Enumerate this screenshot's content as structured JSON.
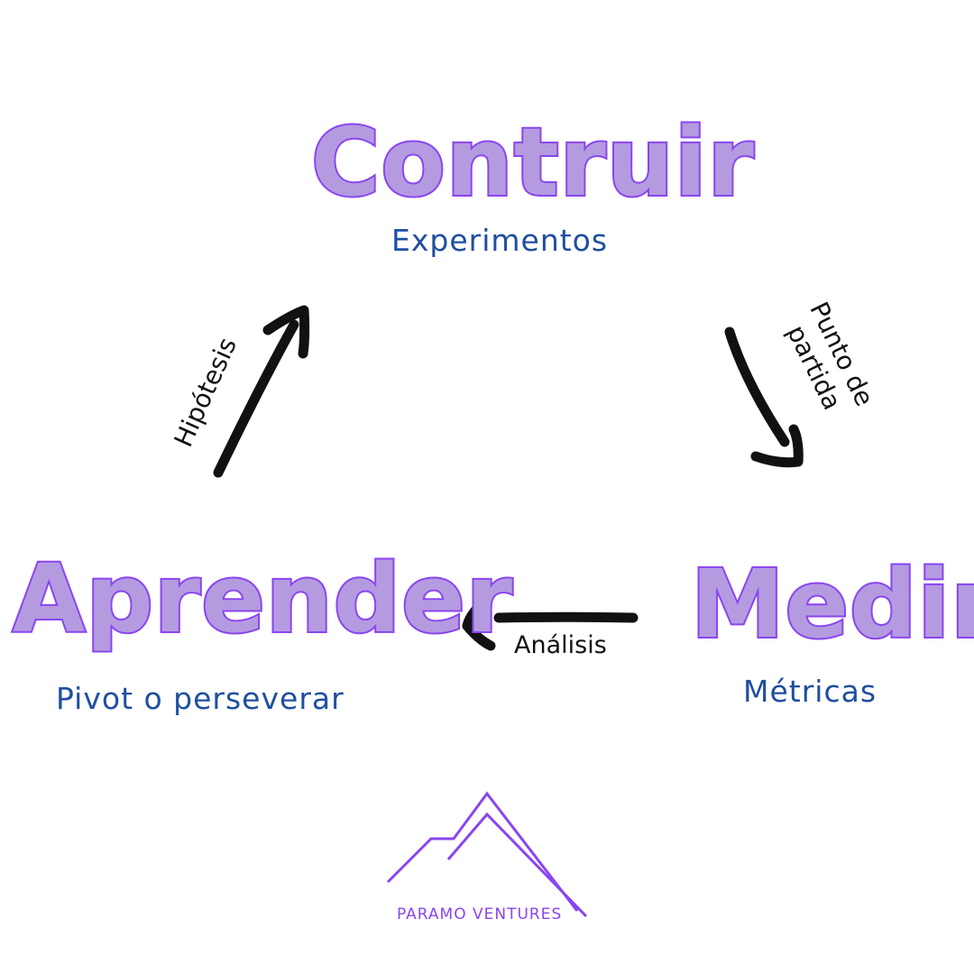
{
  "diagram": {
    "nodes": {
      "construir": {
        "title": "Contruir",
        "subtitle": "Experimentos"
      },
      "medir": {
        "title": "Medir",
        "subtitle": "Métricas"
      },
      "aprender": {
        "title": "Aprender",
        "subtitle": "Pivot o perseverar"
      }
    },
    "edges": {
      "construir_to_medir": {
        "label_line1": "Punto de",
        "label_line2": "partida"
      },
      "medir_to_aprender": {
        "label": "Análisis"
      },
      "aprender_to_construir": {
        "label": "Hipótesis"
      }
    }
  },
  "logo": {
    "text": "PARAMO VENTURES",
    "icon": "mountain-icon",
    "color": "#8a45f0"
  },
  "colors": {
    "title_fill": "#b49be0",
    "title_stroke": "#8a45f0",
    "subtitle": "#1f4fa0",
    "arrow": "#111111"
  }
}
